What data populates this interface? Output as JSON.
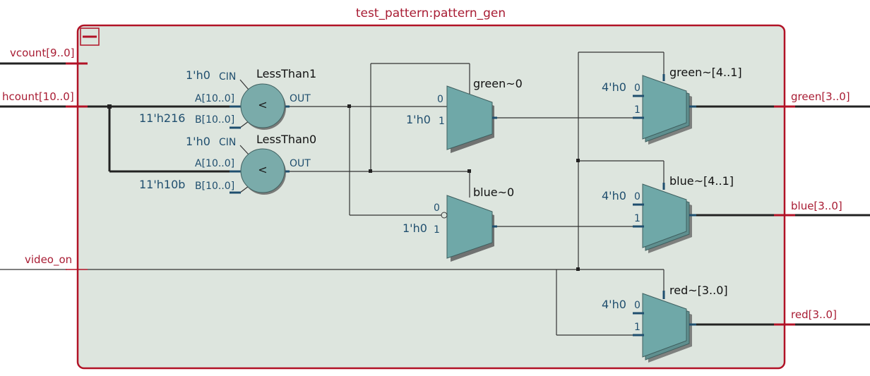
{
  "module": {
    "title": "test_pattern:pattern_gen",
    "colors": {
      "border": "#b11226",
      "fill": "#dde5de",
      "mux_fill": "#6fa8a8",
      "mux_shadow": "#4f6f6f",
      "comparator_fill": "#7aabaa"
    }
  },
  "inputs": {
    "vcount": "vcount[9..0]",
    "hcount": "hcount[10..0]",
    "video_on": "video_on"
  },
  "outputs": {
    "green": "green[3..0]",
    "blue": "blue[3..0]",
    "red": "red[3..0]"
  },
  "comparators": {
    "lessthan1": {
      "name": "LessThan1",
      "symbol": "<",
      "cin_const": "1'h0",
      "cin": "CIN",
      "a": "A[10..0]",
      "b_const": "11'h216",
      "b": "B[10..0]",
      "out": "OUT"
    },
    "lessthan0": {
      "name": "LessThan0",
      "symbol": "<",
      "cin_const": "1'h0",
      "cin": "CIN",
      "a": "A[10..0]",
      "b_const": "11'h10b",
      "b": "B[10..0]",
      "out": "OUT"
    }
  },
  "muxes": {
    "green0": {
      "name": "green~0",
      "in0": "0",
      "in1": "1",
      "const1": "1'h0"
    },
    "blue0": {
      "name": "blue~0",
      "in0": "0",
      "in1": "1",
      "const1": "1'h0"
    },
    "green41": {
      "name": "green~[4..1]",
      "in0": "0",
      "in1": "1",
      "const0": "4'h0"
    },
    "blue41": {
      "name": "blue~[4..1]",
      "in0": "0",
      "in1": "1",
      "const0": "4'h0"
    },
    "red30": {
      "name": "red~[3..0]",
      "in0": "0",
      "in1": "1",
      "const0": "4'h0"
    }
  }
}
